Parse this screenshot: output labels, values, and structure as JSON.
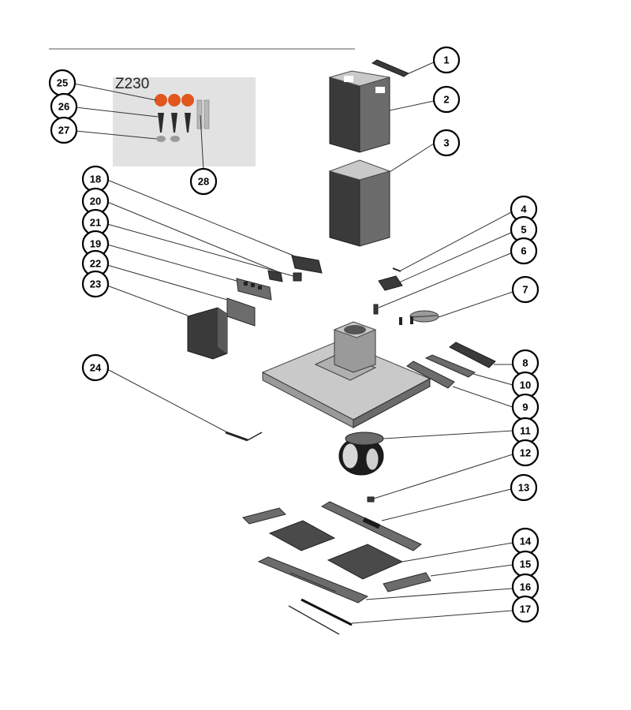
{
  "diagram": {
    "model_label": "Z230",
    "accessory_colors": {
      "knob": "#e0561c",
      "screw": "#2b2b2b",
      "photo_bg": "#e2e2e2"
    },
    "callouts": [
      {
        "id": "c1",
        "label": "1"
      },
      {
        "id": "c2",
        "label": "2"
      },
      {
        "id": "c3",
        "label": "3"
      },
      {
        "id": "c4",
        "label": "4"
      },
      {
        "id": "c5",
        "label": "5"
      },
      {
        "id": "c6",
        "label": "6"
      },
      {
        "id": "c7",
        "label": "7"
      },
      {
        "id": "c8",
        "label": "8"
      },
      {
        "id": "c10",
        "label": "10"
      },
      {
        "id": "c9",
        "label": "9"
      },
      {
        "id": "c11",
        "label": "11"
      },
      {
        "id": "c12",
        "label": "12"
      },
      {
        "id": "c13",
        "label": "13"
      },
      {
        "id": "c14",
        "label": "14"
      },
      {
        "id": "c15",
        "label": "15"
      },
      {
        "id": "c16",
        "label": "16"
      },
      {
        "id": "c17",
        "label": "17"
      },
      {
        "id": "c18",
        "label": "18"
      },
      {
        "id": "c20",
        "label": "20"
      },
      {
        "id": "c21",
        "label": "21"
      },
      {
        "id": "c19",
        "label": "19"
      },
      {
        "id": "c22",
        "label": "22"
      },
      {
        "id": "c23",
        "label": "23"
      },
      {
        "id": "c24",
        "label": "24"
      },
      {
        "id": "c25",
        "label": "25"
      },
      {
        "id": "c26",
        "label": "26"
      },
      {
        "id": "c27",
        "label": "27"
      },
      {
        "id": "c28",
        "label": "28"
      }
    ]
  }
}
